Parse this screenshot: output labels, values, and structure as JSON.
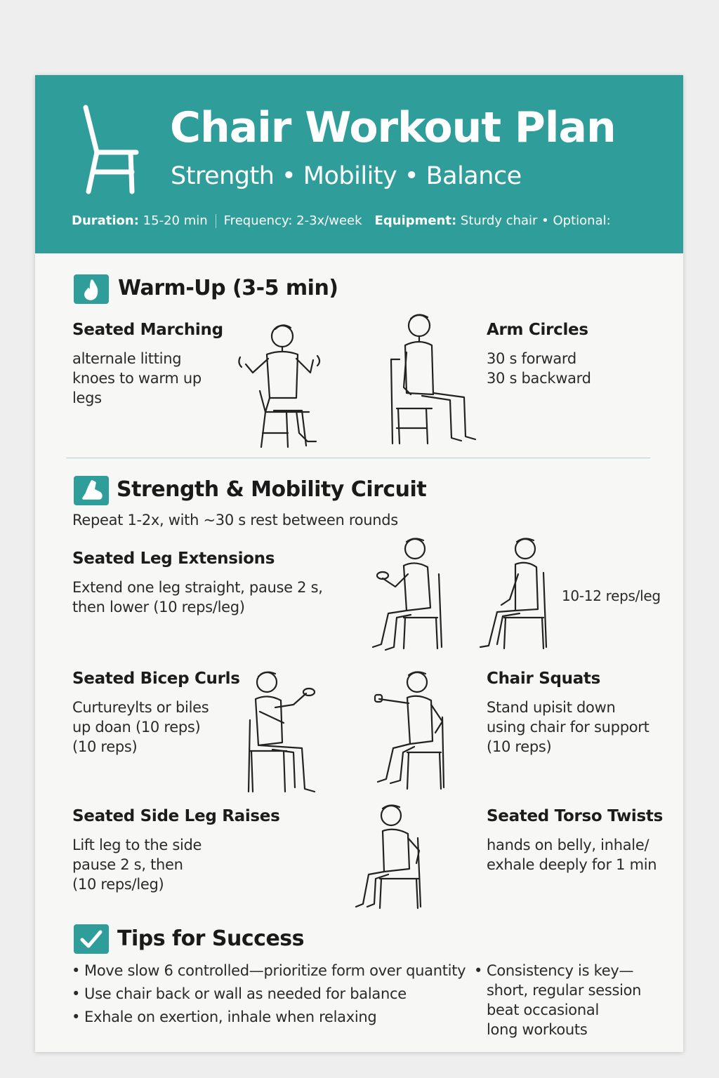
{
  "header": {
    "title": "Chair Workout Plan",
    "subtitle": "Strength • Mobility • Balance",
    "duration_label": "Duration:",
    "duration_value": "15-20 min",
    "frequency_label": "Frequency:",
    "frequency_value": "2-3x/week",
    "equipment_label": "Equipment:",
    "equipment_value": "Sturdy chair • Optional:"
  },
  "warmup": {
    "title": "Warm-Up (3-5 min)",
    "exercises": [
      {
        "name": "Seated Marching",
        "desc": "alternale litting\nknoes to warm up\nlegs"
      },
      {
        "name": "Arm Circles",
        "desc": "30 s forward\n30 s backward"
      }
    ]
  },
  "circuit": {
    "title": "Strength & Mobility Circuit",
    "note": "Repeat 1-2x, with ~30 s rest between rounds",
    "exercises": [
      {
        "name": "Seated Leg Extensions",
        "desc": "Extend one leg straight, pause 2 s,\nthen lower (10 reps/leg)"
      },
      {
        "name": "",
        "desc": "10-12 reps/leg"
      },
      {
        "name": "Seated Bicep Curls",
        "desc": "Curtureylts or biles\nup doan  (10 reps)\n(10 reps)"
      },
      {
        "name": "Chair Squats",
        "desc": "Stand upisit down\nusing chair for support\n(10 reps)"
      },
      {
        "name": "Seated Side Leg Raises",
        "desc": "Lift leg to the side\npause 2 s, then\n(10 reps/leg)"
      },
      {
        "name": "Seated Torso Twists",
        "desc": "hands on belly, inhale/\nexhale deeply for 1 min"
      }
    ]
  },
  "tips": {
    "title": "Tips for Success",
    "bullet": "•",
    "items": [
      "Move slow 6 controlled—prioritize form over quantity",
      "Use chair back or wall as needed for balance",
      "Exhale on exertion, inhale when relaxing",
      "Consistency is key—\nshort, regular session\nbeat occasional\nlong workouts"
    ]
  },
  "icons": {
    "header": "chair-icon",
    "warmup": "flame-icon",
    "circuit": "flexed-arm-icon",
    "tips": "checkmark-icon"
  },
  "colors": {
    "accent": "#2f9e9a",
    "background": "#f7f7f6",
    "text": "#1f1f1f"
  }
}
